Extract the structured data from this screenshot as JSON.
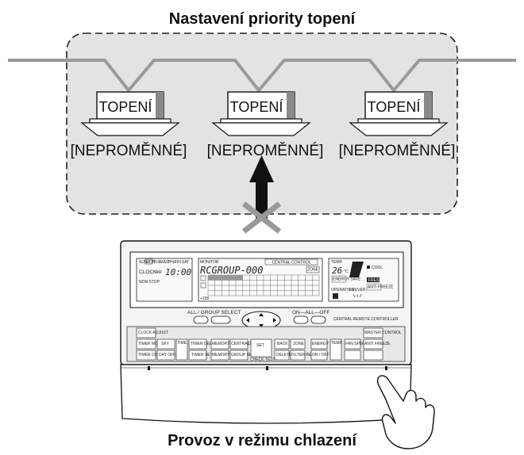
{
  "top_title": "Nastavení priority topení",
  "bottom_title": "Provoz v režimu chlazení",
  "units": [
    {
      "mode": "TOPENÍ",
      "status": "[NEPROMĚNNÉ]"
    },
    {
      "mode": "TOPENÍ",
      "status": "[NEPROMĚNNÉ]"
    },
    {
      "mode": "TOPENÍ",
      "status": "[NEPROMĚNNÉ]"
    }
  ],
  "controller": {
    "days": [
      "SUN",
      "MON",
      "TUE",
      "WED",
      "THU",
      "FRI",
      "SAT"
    ],
    "clock_label": "CLOCK",
    "am": "AM",
    "clock_value": "10:00",
    "non_stop": "NON STOP",
    "monitor": "MONITOR",
    "group_name": "RCGROUP-000",
    "central_control": "CENTRAL CONTROL",
    "zone": "ZONE",
    "temp_label": "TEMP.",
    "temp_value": "26",
    "temp_unit": "°C",
    "energy_save": "ENERGY SAVE",
    "cool": "COOL",
    "fresh": "FRESH",
    "anti_freeze": "ANTI FREEZE",
    "operation": "OPERATION",
    "louver": "LOUVER",
    "scale": "+100",
    "all_group_select": "ALL / GROUP   SELECT",
    "on_all_off": "ON—ALL—OFF",
    "brand_label": "CENTRAL REMOTE CONTROLLER",
    "buttons": {
      "clock_adjust": "CLOCK ADJUST",
      "timer_mode": "TIMER MODE",
      "timer_copy": "TIMER COPY",
      "sky": "SKY",
      "day_off": "DAY OFF",
      "time": "TIME",
      "timer_delete": "TIMER DELETE",
      "timer_set": "TIMER SET",
      "memory_operation": "MEMORY OPERATION",
      "central_control_btn": "CENTRAL CONTROL",
      "memory_setting": "MEMORY SETTING",
      "group_setting": "GROUP SETTING",
      "set": "SET",
      "check_test": "CHECK  TEST",
      "back": "BACK",
      "zone": "ZONE",
      "delete": "DELETE",
      "filter_reset": "FILTER RESET",
      "energy_save": "ENERGY SAVE",
      "on_off": "ON / OFF",
      "temp": "TEMP.",
      "fan_speed": "FAN SPEED",
      "master_control": "MASTER CONTROL",
      "anti_freeze_btn": "ANTI FREEZE"
    }
  },
  "colors": {
    "panel_fill": "#e3e3e3",
    "pipe": "#9a9a9a",
    "cross": "#999999",
    "arrow": "#111111"
  }
}
